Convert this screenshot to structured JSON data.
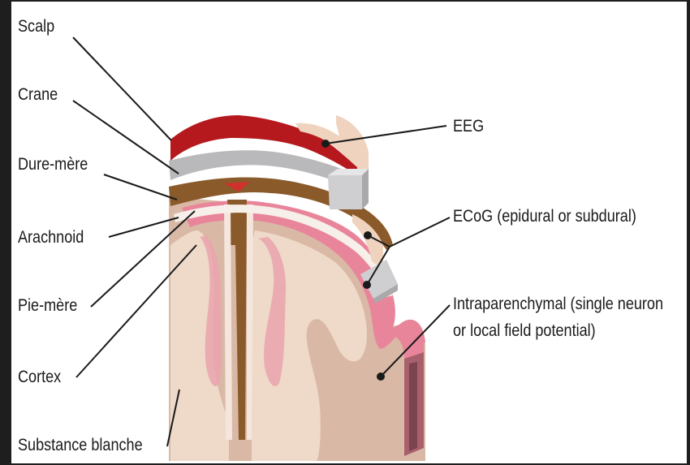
{
  "left_labels": {
    "scalp": "Scalp",
    "crane": "Crane",
    "dure_mere": "Dure-mère",
    "arachnoid": "Arachnoid",
    "pie_mere": "Pie-mère",
    "cortex": "Cortex",
    "substance_blanche": "Substance blanche"
  },
  "right_labels": {
    "eeg": "EEG",
    "ecog": "ECoG (epidural or subdural)",
    "intra_line1": "Intraparenchymal (single neuron",
    "intra_line2": "or local field potential)"
  },
  "colors": {
    "scalp": "#b5191e",
    "skull": "#b9b9bb",
    "dura": "#8a5a2b",
    "pia": "#e9859a",
    "cortex": "#d9b9a6",
    "white_matter": "#efd9c9",
    "electrode": "#cfcfd1"
  }
}
